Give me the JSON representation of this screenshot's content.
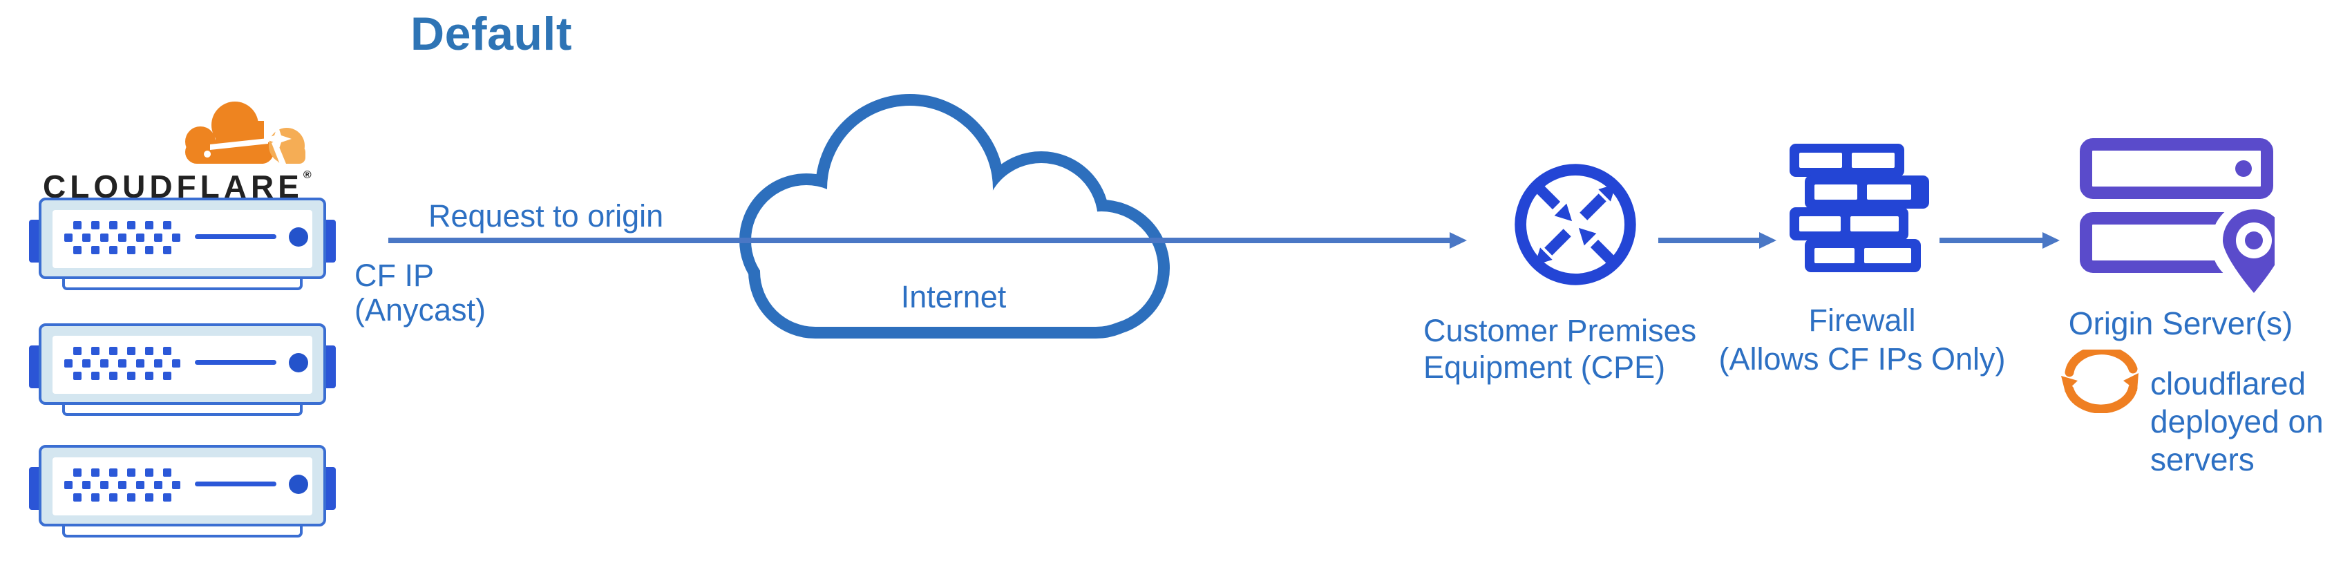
{
  "title": "Default",
  "cloudflare": {
    "wordmark": "CLOUDFLARE",
    "registered": "®"
  },
  "labels": {
    "request_to_origin": "Request to origin",
    "cf_ip": [
      "CF IP",
      "(Anycast)"
    ],
    "internet": "Internet",
    "cpe": [
      "Customer Premises",
      "Equipment (CPE)"
    ],
    "firewall": [
      "Firewall",
      "(Allows CF IPs Only)"
    ],
    "origin": "Origin Server(s)",
    "cloudflared": [
      "cloudflared",
      "deployed on",
      "servers"
    ]
  },
  "icons": {
    "cloudflare_logo": "orange-cloud-logo",
    "server_rack": "edge-server-rack",
    "internet_cloud": "cloud-outline",
    "cpe_router": "circle-with-four-arrows",
    "firewall": "brick-wall",
    "origin_server": "server-stack-with-location-pin",
    "sync": "circular-refresh-arrows"
  },
  "colors": {
    "title_blue": "#2E74B5",
    "label_blue": "#2D70C3",
    "arrow_blue": "#4A77C5",
    "icon_blue": "#2345D5",
    "server_blue": "#2B55D6",
    "server_bezel": "#D4E6F0",
    "cloud_stroke": "#2D6FBD",
    "origin_purple": "#5A4BCB",
    "cf_orange": "#EE8420",
    "cf_orange_light": "#F5AD55",
    "wordmark_black": "#222222"
  }
}
